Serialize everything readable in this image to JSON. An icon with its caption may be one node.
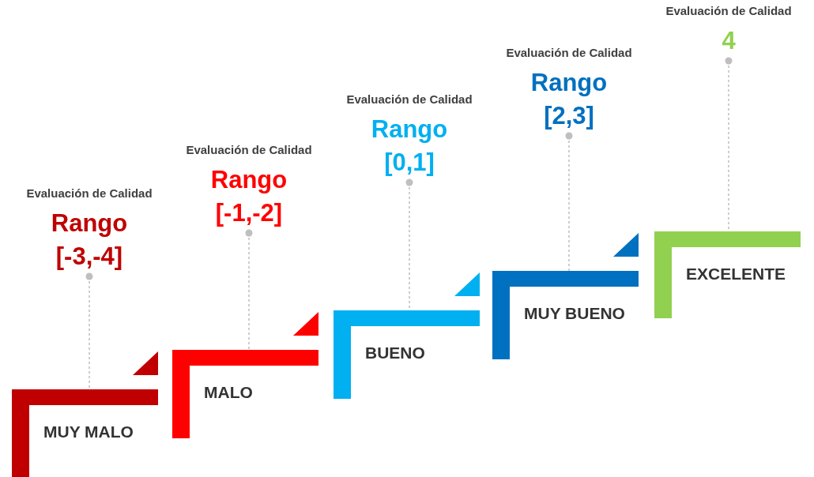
{
  "diagram": {
    "nodes": [
      {
        "text": [
          "Evaluación de Calidad",
          "Rango [-3,-4]"
        ]
      },
      {
        "text": [
          "Evaluación de Calidad",
          "Rango [-1,-2]"
        ]
      },
      {
        "text": [
          "Evaluación de Calidad",
          "Rango [0,1]"
        ]
      },
      {
        "text": [
          "Evaluación de Calidad",
          "Rango [2,3]"
        ]
      },
      {
        "text": [
          "Evaluación de Calidad",
          "4"
        ]
      },
      {
        "text": [
          "MUY MALO"
        ]
      },
      {
        "text": [
          "MALO"
        ]
      },
      {
        "text": [
          "BUENO"
        ]
      },
      {
        "text": [
          "MUY BUENO"
        ]
      },
      {
        "text": [
          "EXCELENTE"
        ]
      }
    ],
    "edges": [
      {
        "from": 0,
        "to": 5,
        "arrow": "other"
      },
      {
        "from": 1,
        "to": 6,
        "arrow": "other"
      },
      {
        "from": 2,
        "to": 7,
        "arrow": "other"
      },
      {
        "from": 3,
        "to": 8,
        "arrow": "other"
      },
      {
        "from": 4,
        "to": 9,
        "arrow": "other"
      }
    ]
  }
}
